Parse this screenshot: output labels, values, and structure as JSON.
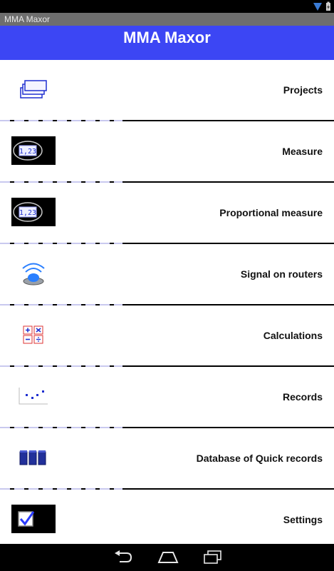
{
  "app": {
    "window_title": "MMA Maxor",
    "header_title": "MMA Maxor"
  },
  "menu": {
    "items": [
      {
        "label": "Projects",
        "icon": "projects-icon"
      },
      {
        "label": "Measure",
        "icon": "meter-display-icon"
      },
      {
        "label": "Proportional measure",
        "icon": "meter-display-icon"
      },
      {
        "label": "Signal on routers",
        "icon": "wifi-signal-icon"
      },
      {
        "label": "Calculations",
        "icon": "calculator-icon"
      },
      {
        "label": "Records",
        "icon": "records-chart-icon"
      },
      {
        "label": "Database of Quick records",
        "icon": "database-icon"
      },
      {
        "label": "Settings",
        "icon": "checkbox-settings-icon"
      }
    ]
  },
  "meter_readout": "1,23",
  "colors": {
    "header": "#3c46f4",
    "accent_blue": "#1f2fd0"
  }
}
